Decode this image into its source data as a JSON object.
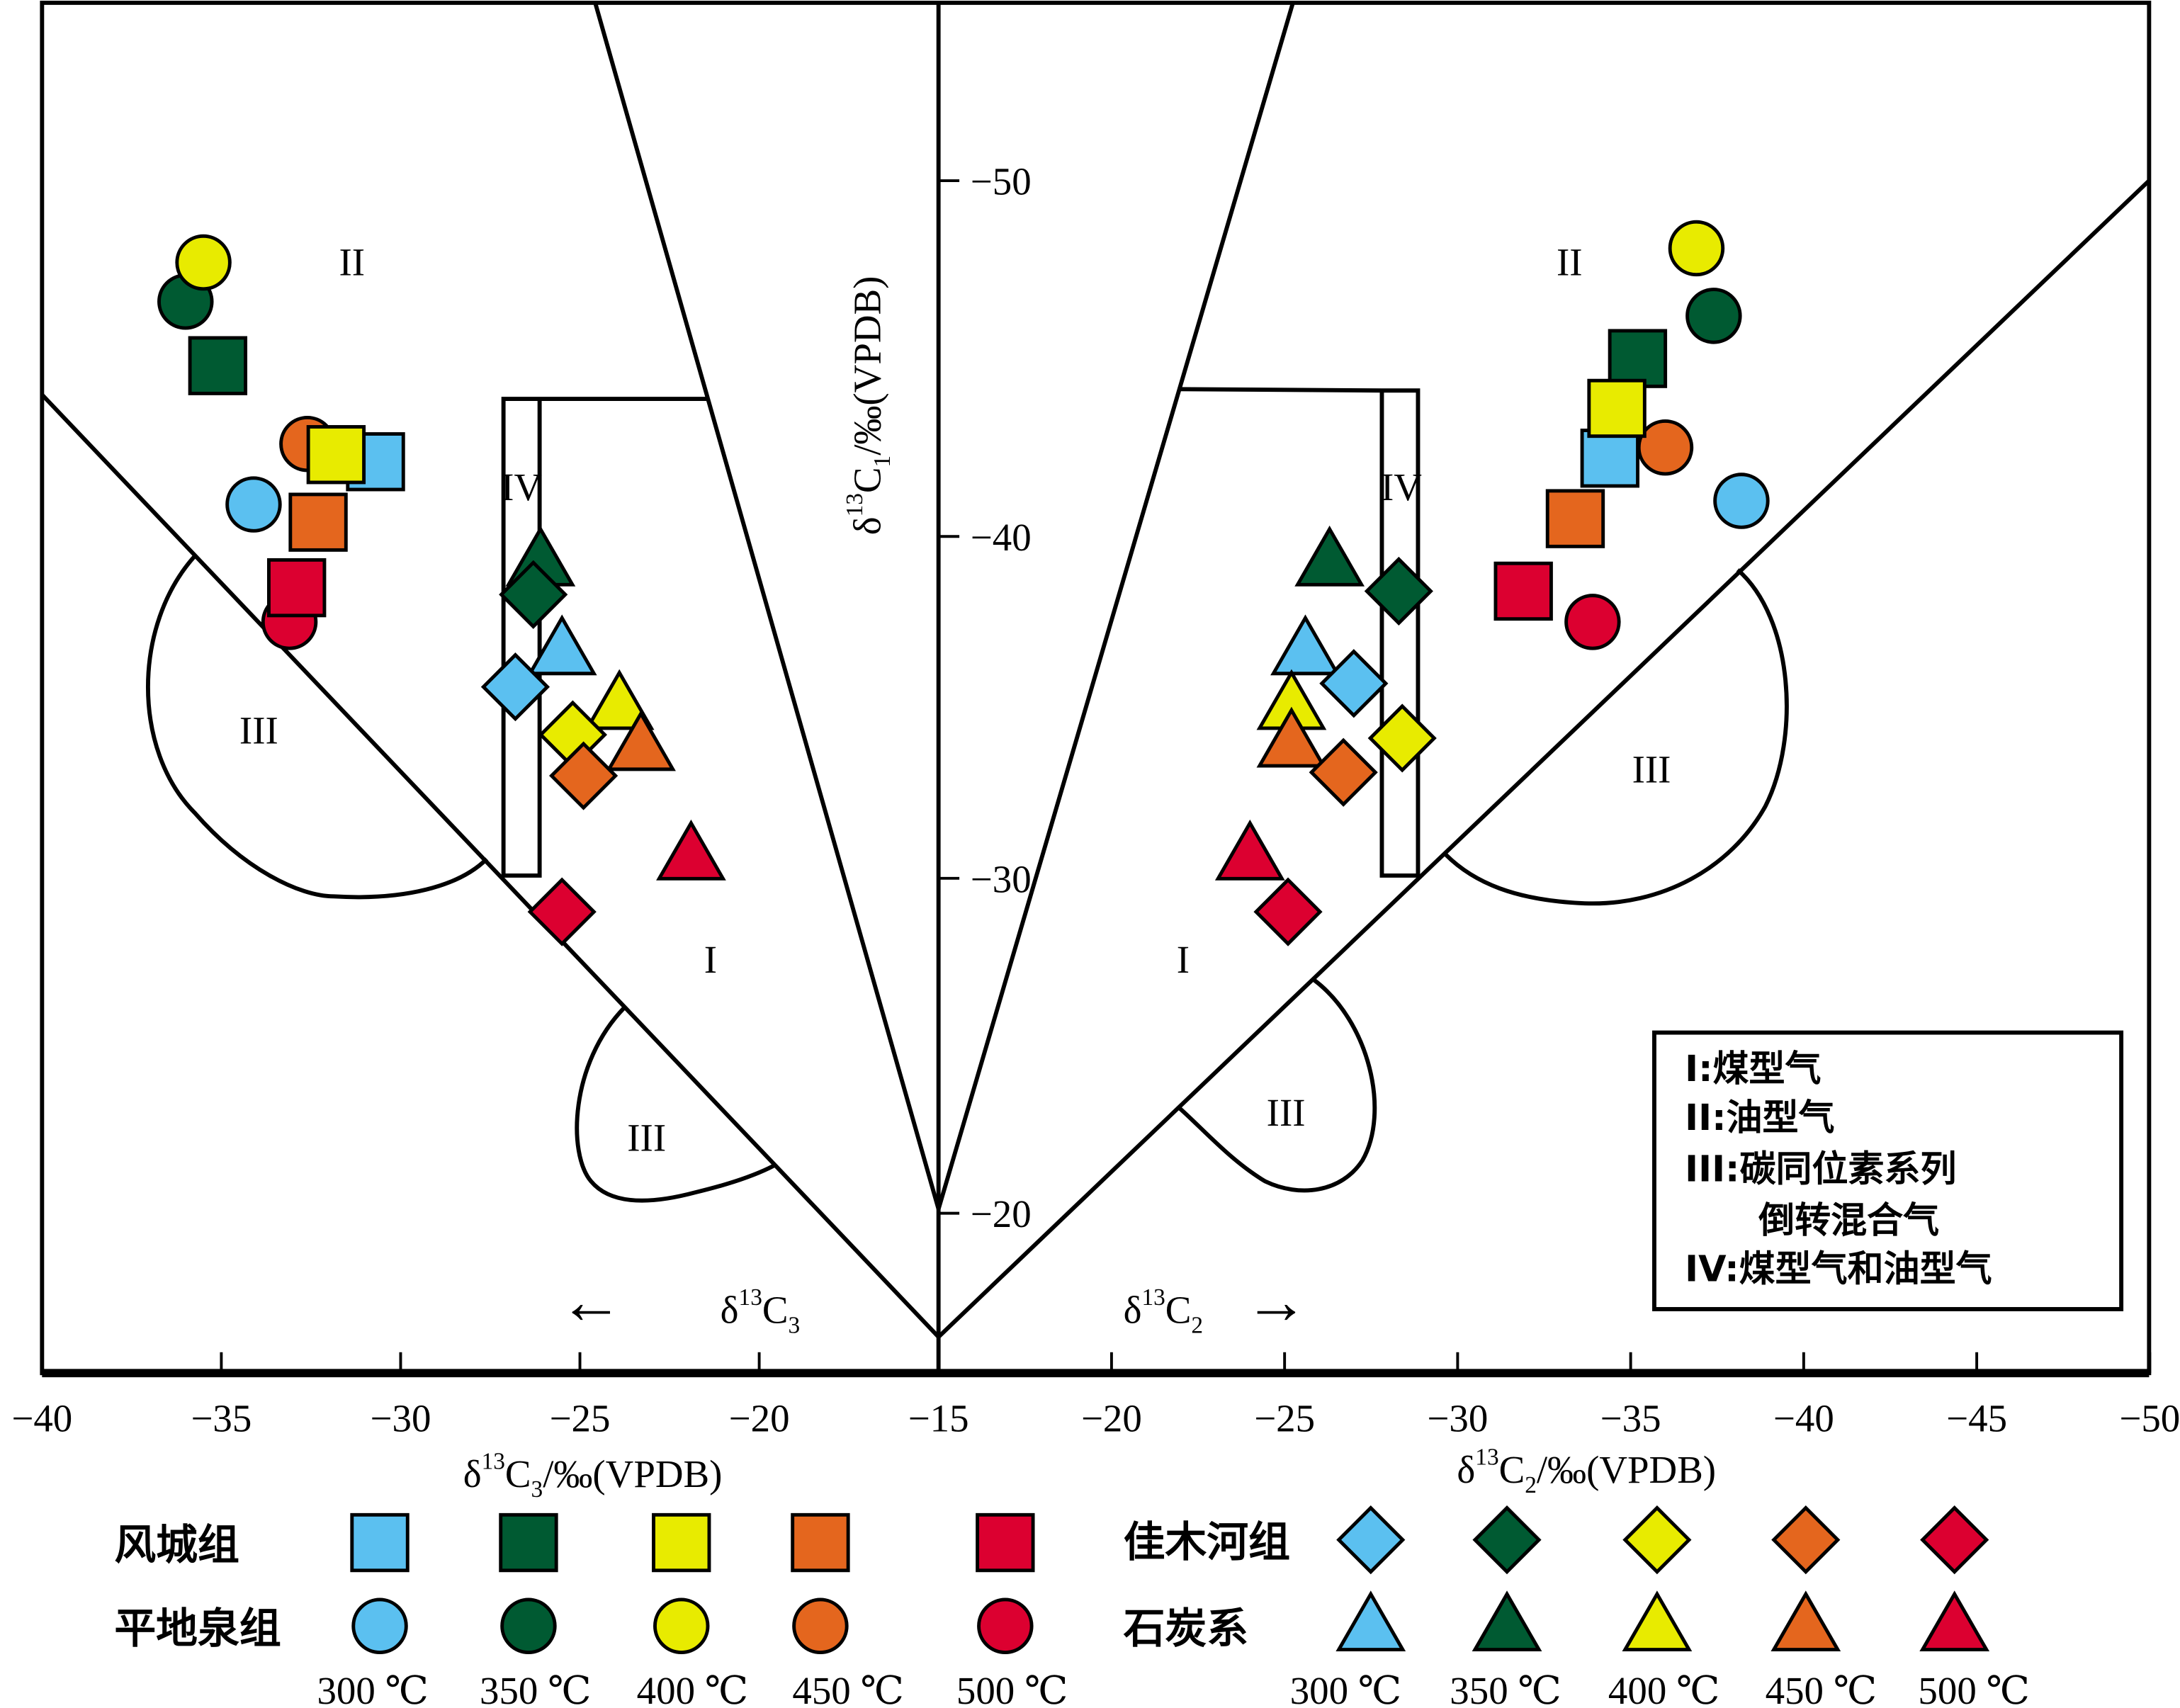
{
  "chart_data": {
    "type": "scatter",
    "title": "",
    "ylabel": {
      "delta": "δ",
      "sup": "13",
      "c": "C",
      "sub": "1",
      "unit": "/‰(VPDB)"
    },
    "left_panel": {
      "xlabel": {
        "delta": "δ",
        "sup": "13",
        "c": "C",
        "sub": "3",
        "unit": "/‰(VPDB)"
      },
      "xlim": [
        -40,
        -15
      ],
      "xticks": [
        "−40",
        "−35",
        "−30",
        "−25",
        "−20",
        "−15"
      ],
      "xtick_values": [
        -40,
        -35,
        -30,
        -25,
        -20,
        -15
      ],
      "direction_label": {
        "delta": "δ",
        "sup": "13",
        "c": "C",
        "sub": "3"
      },
      "direction_arrow": "←"
    },
    "right_panel": {
      "xlabel": {
        "delta": "δ",
        "sup": "13",
        "c": "C",
        "sub": "2",
        "unit": "/‰(VPDB)"
      },
      "xlim": [
        -15,
        -50
      ],
      "xticks": [
        "−20",
        "−25",
        "−30",
        "−35",
        "−40",
        "−45",
        "−50"
      ],
      "xtick_values": [
        -20,
        -25,
        -30,
        -35,
        -40,
        -45,
        -50
      ],
      "direction_label": {
        "delta": "δ",
        "sup": "13",
        "c": "C",
        "sub": "2"
      },
      "direction_arrow": "→"
    },
    "yaxis": {
      "ticks": [
        "−50",
        "−40",
        "−30",
        "−20"
      ],
      "tick_values": [
        -50,
        -40,
        -30,
        -20
      ]
    },
    "region_labels": {
      "I": "I",
      "II": "II",
      "III": "III",
      "IV": "IV"
    },
    "region_legend": [
      "I:煤型气",
      "II:油型气",
      "III:碳同位素系列",
      "倒转混合气",
      "IV:煤型气和油型气"
    ],
    "colors": {
      "300": "#5bc0f0",
      "350": "#005a32",
      "400": "#e8eb00",
      "450": "#e4661e",
      "500": "#dc0030"
    },
    "temperatures": [
      "300 ℃",
      "350 ℃",
      "400 ℃",
      "450 ℃",
      "500 ℃"
    ],
    "groups": [
      {
        "name": "风城组",
        "marker": "square"
      },
      {
        "name": "平地泉组",
        "marker": "circle"
      },
      {
        "name": "佳木河组",
        "marker": "diamond"
      },
      {
        "name": "石炭系",
        "marker": "triangle"
      }
    ],
    "series_left": [
      {
        "group": "平地泉组",
        "marker": "circle",
        "temp": "350",
        "x": -36.0,
        "y": -46.6
      },
      {
        "group": "平地泉组",
        "marker": "circle",
        "temp": "400",
        "x": -35.5,
        "y": -47.7
      },
      {
        "group": "风城组",
        "marker": "square",
        "temp": "350",
        "x": -35.1,
        "y": -44.8
      },
      {
        "group": "平地泉组",
        "marker": "circle",
        "temp": "450",
        "x": -32.6,
        "y": -42.6
      },
      {
        "group": "风城组",
        "marker": "square",
        "temp": "300",
        "x": -30.7,
        "y": -42.1
      },
      {
        "group": "风城组",
        "marker": "square",
        "temp": "400",
        "x": -31.8,
        "y": -42.3
      },
      {
        "group": "平地泉组",
        "marker": "circle",
        "temp": "300",
        "x": -34.1,
        "y": -40.9
      },
      {
        "group": "风城组",
        "marker": "square",
        "temp": "450",
        "x": -32.3,
        "y": -40.4
      },
      {
        "group": "平地泉组",
        "marker": "circle",
        "temp": "500",
        "x": -33.1,
        "y": -37.5
      },
      {
        "group": "风城组",
        "marker": "square",
        "temp": "500",
        "x": -32.9,
        "y": -38.5
      },
      {
        "group": "石炭系",
        "marker": "triangle",
        "temp": "350",
        "x": -26.1,
        "y": -39.2
      },
      {
        "group": "佳木河组",
        "marker": "diamond",
        "temp": "350",
        "x": -26.3,
        "y": -38.3
      },
      {
        "group": "石炭系",
        "marker": "triangle",
        "temp": "300",
        "x": -25.5,
        "y": -36.6
      },
      {
        "group": "佳木河组",
        "marker": "diamond",
        "temp": "300",
        "x": -26.8,
        "y": -35.6
      },
      {
        "group": "石炭系",
        "marker": "triangle",
        "temp": "400",
        "x": -23.9,
        "y": -35.0
      },
      {
        "group": "佳木河组",
        "marker": "diamond",
        "temp": "400",
        "x": -25.2,
        "y": -34.2
      },
      {
        "group": "石炭系",
        "marker": "triangle",
        "temp": "450",
        "x": -23.3,
        "y": -33.8
      },
      {
        "group": "佳木河组",
        "marker": "diamond",
        "temp": "450",
        "x": -24.9,
        "y": -33.0
      },
      {
        "group": "石炭系",
        "marker": "triangle",
        "temp": "500",
        "x": -21.9,
        "y": -30.6
      },
      {
        "group": "佳木河组",
        "marker": "diamond",
        "temp": "500",
        "x": -25.5,
        "y": -29.0
      }
    ],
    "series_right": [
      {
        "group": "平地泉组",
        "marker": "circle",
        "temp": "400",
        "x": -36.9,
        "y": -48.1
      },
      {
        "group": "平地泉组",
        "marker": "circle",
        "temp": "350",
        "x": -37.4,
        "y": -46.2
      },
      {
        "group": "风城组",
        "marker": "square",
        "temp": "350",
        "x": -35.2,
        "y": -45.0
      },
      {
        "group": "平地泉组",
        "marker": "circle",
        "temp": "450",
        "x": -36.0,
        "y": -42.5
      },
      {
        "group": "风城组",
        "marker": "square",
        "temp": "300",
        "x": -34.4,
        "y": -42.2
      },
      {
        "group": "风城组",
        "marker": "square",
        "temp": "400",
        "x": -34.6,
        "y": -43.6
      },
      {
        "group": "平地泉组",
        "marker": "circle",
        "temp": "300",
        "x": -38.2,
        "y": -41.0
      },
      {
        "group": "风城组",
        "marker": "square",
        "temp": "450",
        "x": -33.4,
        "y": -40.5
      },
      {
        "group": "风城组",
        "marker": "square",
        "temp": "500",
        "x": -31.9,
        "y": -38.4
      },
      {
        "group": "平地泉组",
        "marker": "circle",
        "temp": "500",
        "x": -33.9,
        "y": -37.5
      },
      {
        "group": "石炭系",
        "marker": "triangle",
        "temp": "350",
        "x": -26.3,
        "y": -39.2
      },
      {
        "group": "佳木河组",
        "marker": "diamond",
        "temp": "350",
        "x": -28.3,
        "y": -38.4
      },
      {
        "group": "石炭系",
        "marker": "triangle",
        "temp": "300",
        "x": -25.6,
        "y": -36.6
      },
      {
        "group": "佳木河组",
        "marker": "diamond",
        "temp": "300",
        "x": -27.0,
        "y": -35.7
      },
      {
        "group": "石炭系",
        "marker": "triangle",
        "temp": "400",
        "x": -25.2,
        "y": -35.0
      },
      {
        "group": "佳木河组",
        "marker": "diamond",
        "temp": "400",
        "x": -28.4,
        "y": -34.1
      },
      {
        "group": "石炭系",
        "marker": "triangle",
        "temp": "450",
        "x": -25.2,
        "y": -33.9
      },
      {
        "group": "佳木河组",
        "marker": "diamond",
        "temp": "450",
        "x": -26.7,
        "y": -33.1
      },
      {
        "group": "石炭系",
        "marker": "triangle",
        "temp": "500",
        "x": -24.0,
        "y": -30.6
      },
      {
        "group": "佳木河组",
        "marker": "diamond",
        "temp": "500",
        "x": -25.1,
        "y": -29.0
      }
    ]
  }
}
